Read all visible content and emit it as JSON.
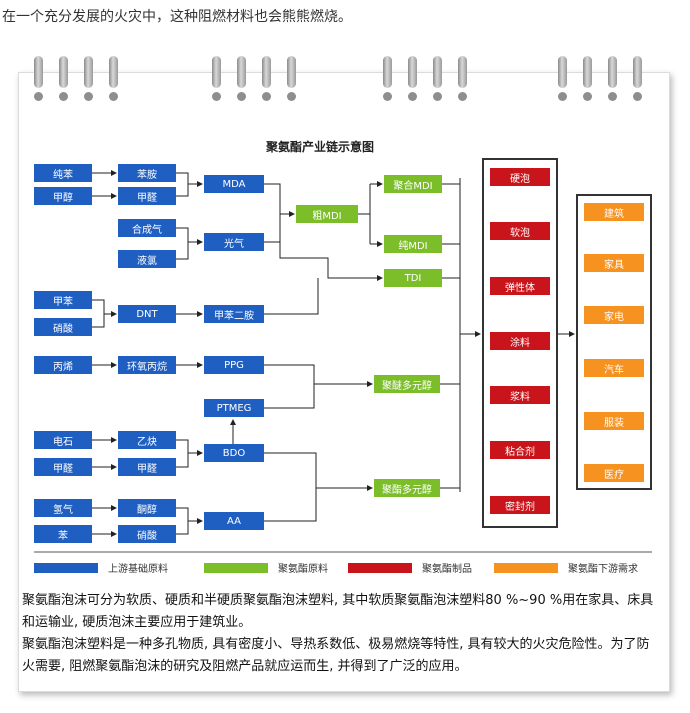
{
  "caption": "在一个充分发展的火灾中，这种阻燃材料也会熊熊燃烧。",
  "diagram": {
    "title": "聚氨酯产业链示意图",
    "raw_a": [
      "纯苯",
      "甲醇"
    ],
    "raw_b": [
      "苯胺",
      "甲醛",
      "合成气",
      "液氯"
    ],
    "mid_a": [
      "MDA",
      "光气"
    ],
    "crude_mdi": "粗MDI",
    "mdi_products": [
      "聚合MDI",
      "纯MDI"
    ],
    "tdi": "TDI",
    "toluene_group": [
      "甲苯",
      "硝酸"
    ],
    "dnt": "DNT",
    "tda": "甲苯二胺",
    "propylene": "丙烯",
    "propylene_oxide": "环氧丙烷",
    "ppg": "PPG",
    "ptmeg": "PTMEG",
    "polyether": "聚醚多元醇",
    "carbide_group": [
      "电石",
      "甲醛"
    ],
    "acetylene_group": [
      "乙炔",
      "甲醛"
    ],
    "bdo": "BDO",
    "hydrogen_group": [
      "氢气",
      "苯"
    ],
    "ketone_group": [
      "酮醇",
      "硝酸"
    ],
    "aa": "AA",
    "polyester": "聚酯多元醇",
    "products": [
      "硬泡",
      "软泡",
      "弹性体",
      "涂料",
      "浆料",
      "粘合剂",
      "密封剂"
    ],
    "demand": [
      "建筑",
      "家具",
      "家电",
      "汽车",
      "服装",
      "医疗"
    ],
    "legend": [
      "上游基础原料",
      "聚氨酯原料",
      "聚氨酯制品",
      "聚氨酯下游需求"
    ]
  },
  "paragraphs": [
    "聚氨酯泡沫可分为软质、硬质和半硬质聚氨酯泡沫塑料, 其中软质聚氨酯泡沫塑料80 %~90 %用在家具、床具和运输业, 硬质泡沫主要应用于建筑业。",
    "聚氨酯泡沫塑料是一种多孔物质, 具有密度小、导热系数低、极易燃烧等特性, 具有较大的火灾危险性。为了防火需要, 阻燃聚氨酯泡沫的研究及阻燃产品就应运而生, 并得到了广泛的应用。"
  ],
  "colors": {
    "upstream": "#1f5fc2",
    "material": "#7cbd2a",
    "product": "#c8141a",
    "demand": "#f59220"
  }
}
